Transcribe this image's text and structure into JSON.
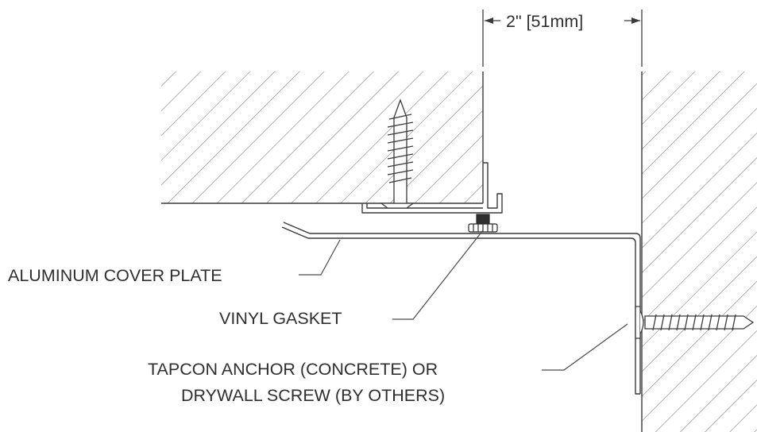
{
  "labels": {
    "dimension": "2\" [51mm]",
    "cover_plate": "ALUMINUM COVER PLATE",
    "gasket": "VINYL GASKET",
    "anchor_line1": "TAPCON ANCHOR (CONCRETE) OR",
    "anchor_line2": "DRYWALL SCREW (BY OTHERS)"
  },
  "colors": {
    "line": "#3a3a3a",
    "hatch": "#7a7a7a",
    "text": "#2f2f2f",
    "background": "#ffffff"
  }
}
